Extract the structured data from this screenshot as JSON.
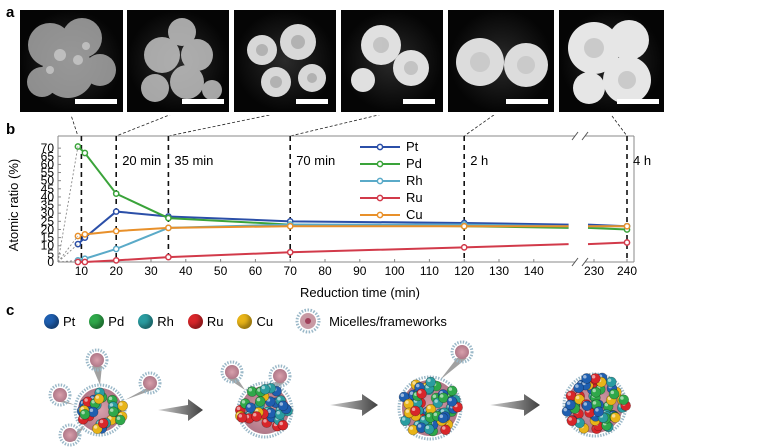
{
  "figure": {
    "panel_a": "a",
    "panel_b": "b",
    "panel_c": "c"
  },
  "tem_images": [
    {
      "shape": "aggregate-fine"
    },
    {
      "shape": "aggregate-clusters"
    },
    {
      "shape": "flower-small"
    },
    {
      "shape": "flower-medium"
    },
    {
      "shape": "flower-smooth"
    },
    {
      "shape": "flower-large"
    }
  ],
  "chart_data": {
    "type": "line",
    "ylabel": "Atomic ratio (%)",
    "xlabel": "Reduction time (min)",
    "ylim": [
      0,
      75
    ],
    "yticks": [
      0,
      5,
      10,
      15,
      20,
      25,
      30,
      35,
      40,
      45,
      50,
      55,
      60,
      65,
      70
    ],
    "xticks": [
      "10",
      "20",
      "30",
      "40",
      "50",
      "60",
      "70",
      "80",
      "90",
      "100",
      "110",
      "120",
      "130",
      "140",
      "230",
      "240"
    ],
    "x_axis_break": "between 150 and 225 min",
    "time_markers": [
      {
        "x": 10,
        "label": ""
      },
      {
        "x": 20,
        "label": "20 min"
      },
      {
        "x": 35,
        "label": "35 min"
      },
      {
        "x": 70,
        "label": "70 min"
      },
      {
        "x": 120,
        "label": "2 h"
      },
      {
        "x": 240,
        "label": "4 h"
      }
    ],
    "series": [
      {
        "name": "Pt",
        "color": "#2b4fa8",
        "x": [
          9,
          11,
          20,
          35,
          70,
          120,
          150,
          240
        ],
        "values": [
          11,
          15,
          31,
          28,
          25,
          24,
          23,
          22
        ]
      },
      {
        "name": "Pd",
        "color": "#3aa33a",
        "x": [
          9,
          11,
          20,
          35,
          70,
          120,
          150,
          240
        ],
        "values": [
          71,
          67,
          42,
          27,
          23,
          22,
          21,
          20
        ]
      },
      {
        "name": "Rh",
        "color": "#5aaac8",
        "x": [
          9,
          11,
          20,
          35,
          70,
          120,
          150,
          240
        ],
        "values": [
          1,
          2,
          8,
          21,
          23,
          23,
          22,
          22
        ]
      },
      {
        "name": "Ru",
        "color": "#d23a4a",
        "x": [
          9,
          11,
          20,
          35,
          70,
          120,
          150,
          240
        ],
        "values": [
          0,
          0,
          1,
          3,
          6,
          9,
          11,
          12
        ]
      },
      {
        "name": "Cu",
        "color": "#e8902a",
        "x": [
          9,
          11,
          20,
          35,
          70,
          120,
          150,
          240
        ],
        "values": [
          16,
          17,
          19,
          21,
          22,
          22,
          22,
          22
        ]
      }
    ],
    "legend_position": "top-center"
  },
  "scheme": {
    "legend": [
      {
        "label": "Pt",
        "color": "#1f5fb0"
      },
      {
        "label": "Pd",
        "color": "#2fa84a"
      },
      {
        "label": "Rh",
        "color": "#2a9ca0"
      },
      {
        "label": "Ru",
        "color": "#d8262a"
      },
      {
        "label": "Cu",
        "color": "#e8b418"
      }
    ],
    "micelle_label": "Micelles/frameworks"
  }
}
